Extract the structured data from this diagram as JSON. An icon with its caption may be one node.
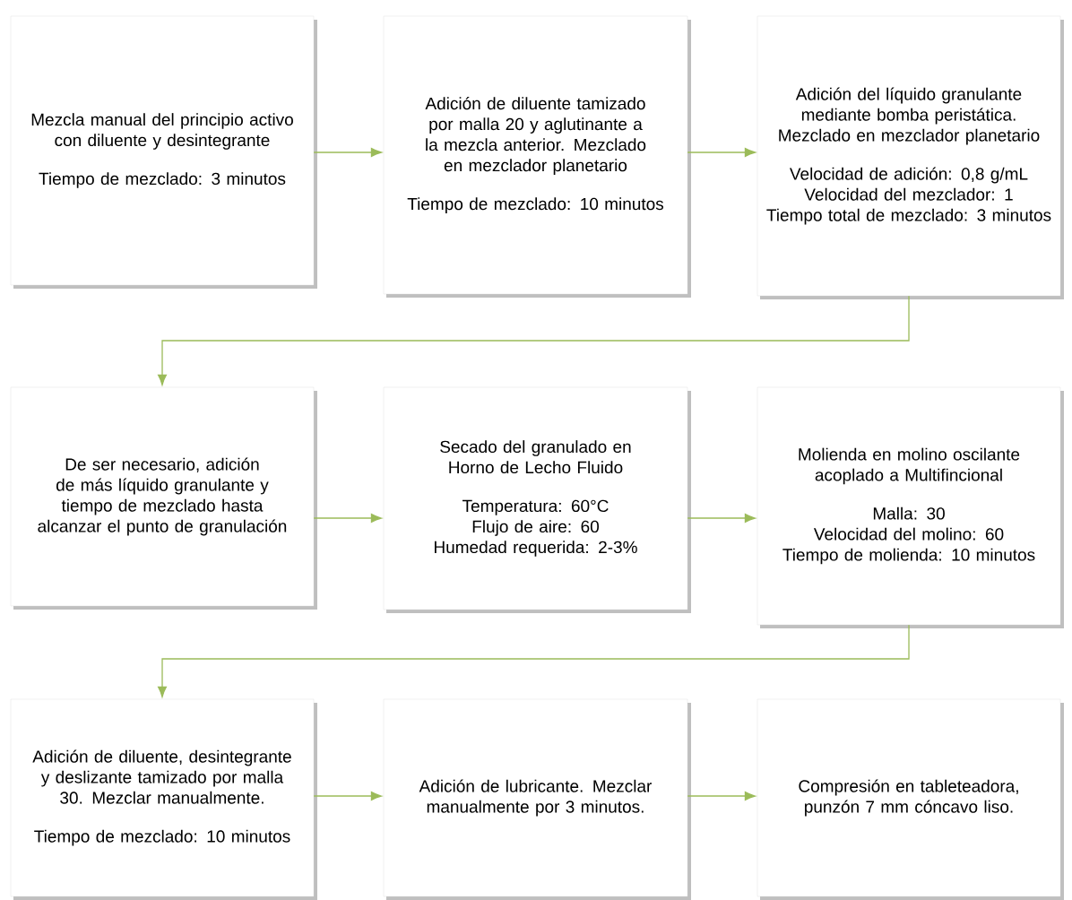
{
  "diagram": {
    "nodes": [
      {
        "text": [
          "Mezcla manual del principio activo con diluente y desintegrante",
          "Tiempo de mezclado: 3 minutos"
        ]
      },
      {
        "text": [
          "Adición de diluente tamizado por malla 20 y aglutinante a la mezcla anterior. Mezclado en mezclador planetario",
          "Tiempo de mezclado: 10 minutos"
        ]
      },
      {
        "text": [
          "Adición del líquido granulante mediante bomba peristática. Mezclado en mezclador planetario",
          "Velocidad de adición: 0,8 g/mL",
          "Velocidad del mezclador: 1",
          "Tiempo total de mezclado: 3 minutos"
        ]
      },
      {
        "text": [
          "De ser necesario, adición de más líquido granulante y tiempo de mezclado hasta alcanzar el punto de granulación"
        ]
      },
      {
        "text": [
          "Secado del granulado en Horno de Lecho Fluido",
          "Temperatura: 60°C",
          "Flujo de aire: 60",
          "Humedad requerida: 2-3%"
        ]
      },
      {
        "text": [
          "Molienda en molino oscilante acoplado a Multifincional",
          "Malla: 30",
          "Velocidad del molino: 60",
          "Tiempo de molienda: 10 minutos"
        ]
      },
      {
        "text": [
          "Adición de diluente, desintegrante y deslizante tamizado por malla 30. Mezclar manualmente.",
          "Tiempo de mezclado: 10 minutos"
        ]
      },
      {
        "text": [
          "Adición de lubricante. Mezclar manualmente por 3 minutos."
        ]
      },
      {
        "text": [
          "Compresión en tableteadora, punzón 7 mm cóncavo liso."
        ]
      }
    ],
    "edges": [
      {
        "from": 0,
        "to": 1,
        "arrow": "to"
      },
      {
        "from": 1,
        "to": 2,
        "arrow": "to"
      },
      {
        "from": 2,
        "to": 3,
        "arrow": "to"
      },
      {
        "from": 3,
        "to": 4,
        "arrow": "to"
      },
      {
        "from": 4,
        "to": 5,
        "arrow": "to"
      },
      {
        "from": 5,
        "to": 6,
        "arrow": "to"
      },
      {
        "from": 6,
        "to": 7,
        "arrow": "to"
      },
      {
        "from": 7,
        "to": 8,
        "arrow": "to"
      }
    ]
  }
}
